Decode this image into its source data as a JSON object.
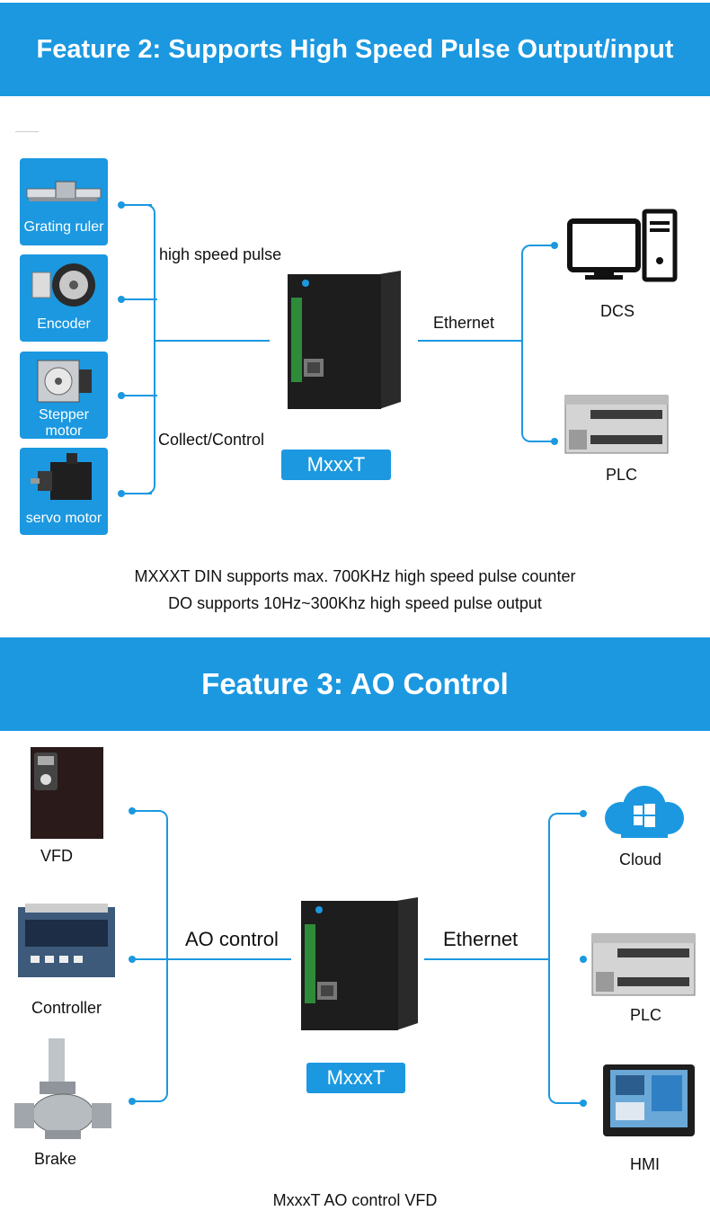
{
  "feature2": {
    "title": "Feature 2: Supports High Speed Pulse Output/input",
    "sources": [
      "Grating ruler",
      "Encoder",
      "Stepper motor",
      "servo motor"
    ],
    "link_top": "high speed pulse",
    "link_bottom": "Collect/Control",
    "device": "MxxxT",
    "ethernet": "Ethernet",
    "targets": [
      "DCS",
      "PLC"
    ],
    "caption_line1": "MXXXT DIN supports max. 700KHz high speed pulse counter",
    "caption_line2": "DO supports 10Hz~300Khz high speed pulse output"
  },
  "feature3": {
    "title": "Feature 3: AO Control",
    "sources": [
      "VFD",
      "Controller",
      "Brake"
    ],
    "link": "AO control",
    "device": "MxxxT",
    "ethernet": "Ethernet",
    "targets": [
      "Cloud",
      "PLC",
      "HMI"
    ],
    "caption": "MxxxT AO control VFD"
  },
  "colors": {
    "accent": "#1b98e0",
    "banner_text": "#ffffff"
  }
}
